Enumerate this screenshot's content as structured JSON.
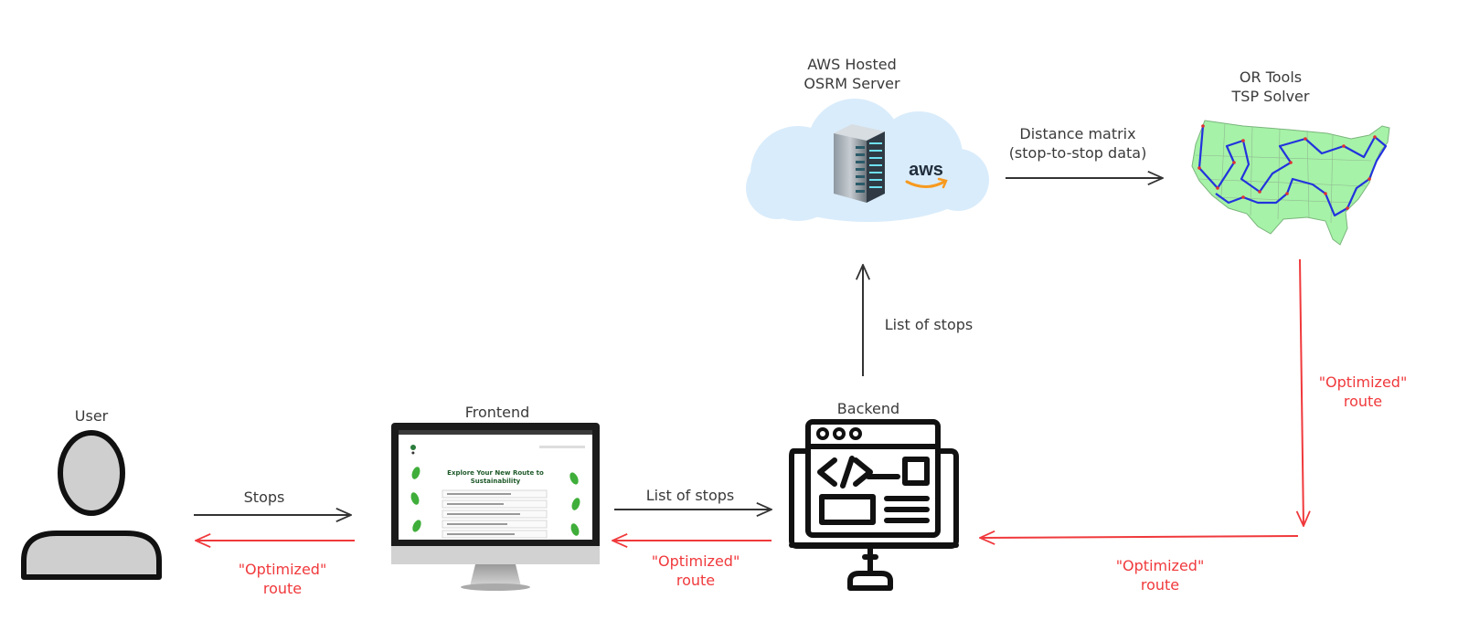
{
  "nodes": {
    "user": {
      "label": "User"
    },
    "frontend": {
      "label": "Frontend",
      "screen_heading_1": "Explore Your New Route to",
      "screen_heading_2": "Sustainability"
    },
    "backend": {
      "label": "Backend"
    },
    "osrm": {
      "label_1": "AWS Hosted",
      "label_2": "OSRM Server",
      "logo": "aws"
    },
    "tsp": {
      "label_1": "OR Tools",
      "label_2": "TSP Solver"
    }
  },
  "edges": {
    "stops": "Stops",
    "user_return_1": "\"Optimized\"",
    "user_return_2": "route",
    "list_to_backend": "List of stops",
    "frontend_return_1": "\"Optimized\"",
    "frontend_return_2": "route",
    "list_to_osrm": "List of stops",
    "matrix_1": "Distance matrix",
    "matrix_2": "(stop-to-stop data)",
    "tsp_down_1": "\"Optimized\"",
    "tsp_down_2": "route",
    "backend_return_1": "\"Optimized\"",
    "backend_return_2": "route"
  },
  "colors": {
    "forward_arrow": "#333333",
    "return_arrow": "#f0393c",
    "cloud": "#d9ecfb",
    "map_land": "#a6f2a8",
    "map_route": "#2233dd",
    "leaf": "#3fae3a"
  },
  "icons": [
    "user-icon",
    "monitor-icon",
    "code-window-icon",
    "server-icon",
    "cloud-icon",
    "us-map-icon"
  ]
}
